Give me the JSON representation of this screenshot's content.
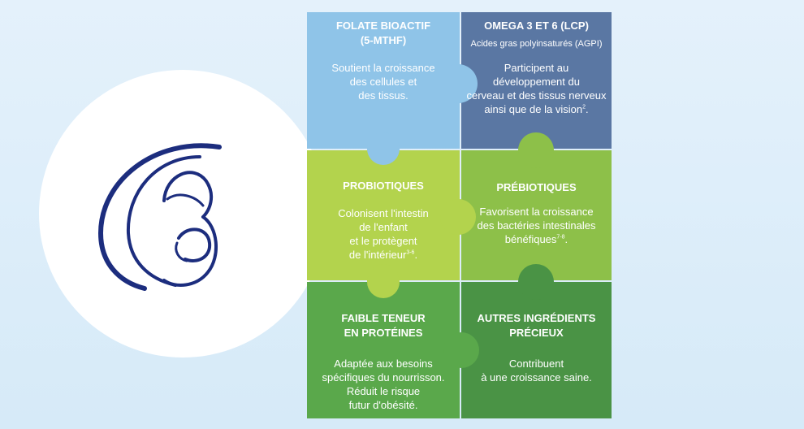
{
  "colors": {
    "folate": "#8fc4e8",
    "omega": "#5a77a3",
    "probio": "#b3d34d",
    "prebio": "#8dc049",
    "faible": "#5aa84b",
    "autres": "#4a9345",
    "logo_navy": "#1c2d7e"
  },
  "icons": {
    "logo": "mother-and-baby-icon"
  },
  "pieces": {
    "folate": {
      "title": "FOLATE BIOACTIF\n(5-MTHF)",
      "text": "Soutient la croissance\ndes cellules et\ndes tissus."
    },
    "omega": {
      "title": "OMEGA 3 ET 6 (LCP)",
      "subtitle": "Acides gras polyinsaturés (AGPI)",
      "text": "Participent au\ndéveloppement du\ncerveau et des tissus nerveux\nainsi que de la vision",
      "ref": "2",
      "text_end": "."
    },
    "probio": {
      "title": "PROBIOTIQUES",
      "text": "Colonisent l'intestin\nde l'enfant\net le protègent\nde l'intérieur",
      "ref": "3-6",
      "text_end": "."
    },
    "prebio": {
      "title": "PRÉBIOTIQUES",
      "text": "Favorisent la croissance\ndes bactéries intestinales\nbénéfiques",
      "ref": "7-8",
      "text_end": "."
    },
    "faible": {
      "title": "FAIBLE TENEUR\nEN PROTÉINES",
      "text": "Adaptée aux besoins\nspécifiques du nourrisson.\nRéduit le risque\nfutur d'obésité."
    },
    "autres": {
      "title": "AUTRES INGRÉDIENTS\nPRÉCIEUX",
      "text": "Contribuent\nà une croissance saine."
    }
  }
}
